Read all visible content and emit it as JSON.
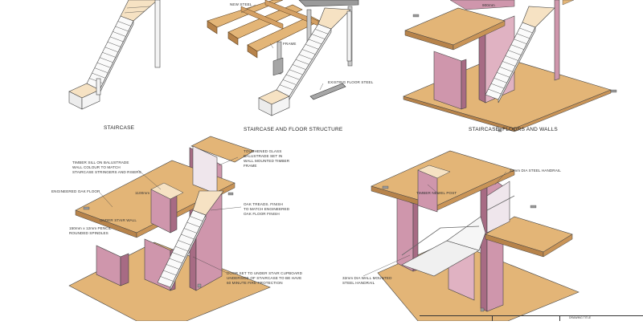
{
  "captions": {
    "view1": "STAIRCASE",
    "view2": "STAIRCASE AND FLOOR STRUCTURE",
    "view3": "STAIRCASE, FLOORS AND WALLS"
  },
  "notes": {
    "new_steel": "NEW STEEL",
    "frame": "FRAME",
    "existing_floor_steel": "EXISTING FLOOR STEEL",
    "dim_top_right": "900mm",
    "timber_sill": "TIMBER SILL ON BALUSTRADE\nWALL COLOUR TO MATCH\nSTAIRCASE STRINGERS AND RISERS",
    "engineered_oak_floor": "ENGINEERED OAK FLOOR",
    "dim_left": "1100mm",
    "under_stair_wall": "UNDER STAIR WALL",
    "rounded_spindles": "150mm x 12mm PENCIL\nROUNDED SPINDLES",
    "glass_balustrade": "TOUGHENED GLASS\nBALUSTRADE SET IN\nWALL MOUNTED TIMBER\nFRAME",
    "oak_treads": "OAK TREADS. FINISH\nTO MATCH ENGINEERED\nOAK FLOOR FINISH",
    "door_cupboard": "DOOR SET TO UNDER STAIR CUPBOARD\nUNDERSIDE OF STAIRCASE TO BE HAVE\n60 MINUTE FIRE PROTECTION",
    "timber_newel": "TIMBER NEWEL POST",
    "handrail_32": "32mm DIA STEEL HANDRAIL",
    "handrail_wall": "32mm DIA WALL MOUNTED\nSTEEL HANDRAIL"
  },
  "title_block": {
    "text": "DRAWING TITLE"
  },
  "colors": {
    "wood": "#e3b577",
    "wood_dark": "#b7834a",
    "wall": "#cf96ac",
    "wall_dark": "#a76b84",
    "tread": "#f6e2c3",
    "steel": "#c9c9c9",
    "line": "#444444"
  }
}
